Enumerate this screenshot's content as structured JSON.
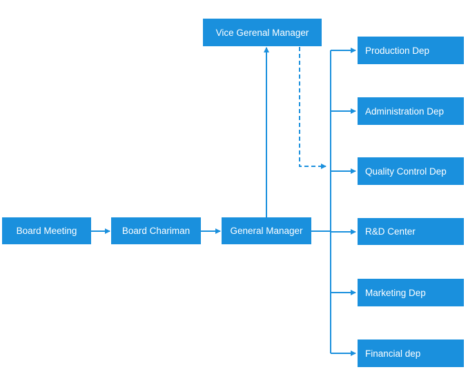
{
  "chart": {
    "nodes": {
      "board_meeting": "Board Meeting",
      "board_chairman": "Board Chariman",
      "general_manager": "General Manager",
      "vice_general_manager": "Vice Gerenal Manager"
    },
    "departments": [
      "Production Dep",
      "Administration Dep",
      "Quality Control Dep",
      "R&D Center",
      "Marketing Dep",
      "Financial dep"
    ],
    "colors": {
      "box": "#1a90dd",
      "text": "#ffffff",
      "line": "#1a90dd"
    }
  }
}
